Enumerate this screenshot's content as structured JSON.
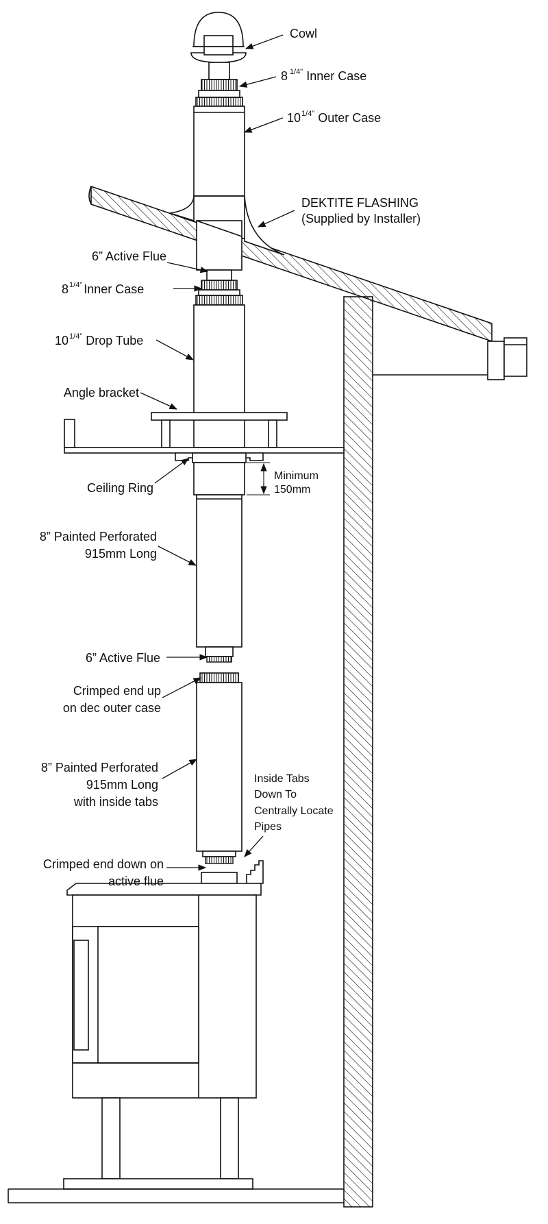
{
  "labels": {
    "cowl": "Cowl",
    "inner_case_top_main": "8",
    "inner_case_top_sup": "1/4\"",
    "inner_case_top_rest": "Inner Case",
    "outer_case_main": "10",
    "outer_case_sup": "1/4\"",
    "outer_case_rest": "Outer Case",
    "dektite_line1": "DEKTITE FLASHING",
    "dektite_line2": "(Supplied by Installer)",
    "active_flue_upper": "6” Active Flue",
    "inner_case_mid_main": "8",
    "inner_case_mid_sup": "1/4\"",
    "inner_case_mid_rest": "Inner Case",
    "drop_tube_main": "10",
    "drop_tube_sup": "1/4\"",
    "drop_tube_rest": "Drop Tube",
    "angle_bracket": "Angle bracket",
    "ceiling_ring": "Ceiling Ring",
    "minimum_line1": "Minimum",
    "minimum_line2": "150mm",
    "perforated_upper_line1": "8” Painted Perforated",
    "perforated_upper_line2": "915mm Long",
    "active_flue_lower": "6” Active Flue",
    "crimped_up_line1": "Crimped end up",
    "crimped_up_line2": "on dec outer case",
    "perforated_lower_line1": "8” Painted Perforated",
    "perforated_lower_line2": "915mm Long",
    "perforated_lower_line3": "with inside tabs",
    "tabs_line1": "Inside Tabs",
    "tabs_line2": "Down To",
    "tabs_line3": "Centrally Locate",
    "tabs_line4": "Pipes",
    "crimped_down_line1": "Crimped end down on",
    "crimped_down_line2": "active flue"
  },
  "colors": {
    "line": "#111111",
    "background": "#ffffff"
  }
}
